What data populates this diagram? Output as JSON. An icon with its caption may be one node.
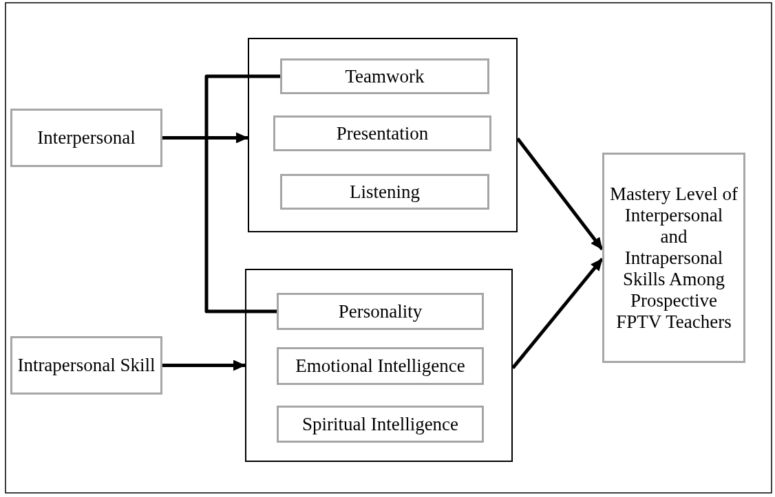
{
  "diagram": {
    "nodes": [
      {
        "text": [
          "Interpersonal"
        ]
      },
      {
        "text": [
          "Intrapersonal Skill"
        ]
      },
      {
        "text": [],
        "shape": "box"
      },
      {
        "text": [
          "Teamwork"
        ],
        "in": 2
      },
      {
        "text": [
          "Presentation"
        ],
        "in": 2
      },
      {
        "text": [
          "Listening"
        ],
        "in": 2
      },
      {
        "text": [],
        "shape": "box"
      },
      {
        "text": [
          "Personality"
        ],
        "in": 6
      },
      {
        "text": [
          "Emotional Intelligence"
        ],
        "in": 6
      },
      {
        "text": [
          "Spiritual Intelligence"
        ],
        "in": 6
      },
      {
        "text": [
          "Mastery Level of Interpersonal and Intrapersonal Skills Among Prospective FPTV Teachers"
        ]
      }
    ],
    "edges": [
      {
        "from": 0,
        "to": 2,
        "arrow": "to"
      },
      {
        "from": 3,
        "to": 7,
        "arrow": "none"
      },
      {
        "from": 1,
        "to": 6,
        "arrow": "to"
      },
      {
        "from": 2,
        "to": 10,
        "arrow": "to"
      },
      {
        "from": 6,
        "to": 10,
        "arrow": "to"
      }
    ]
  }
}
